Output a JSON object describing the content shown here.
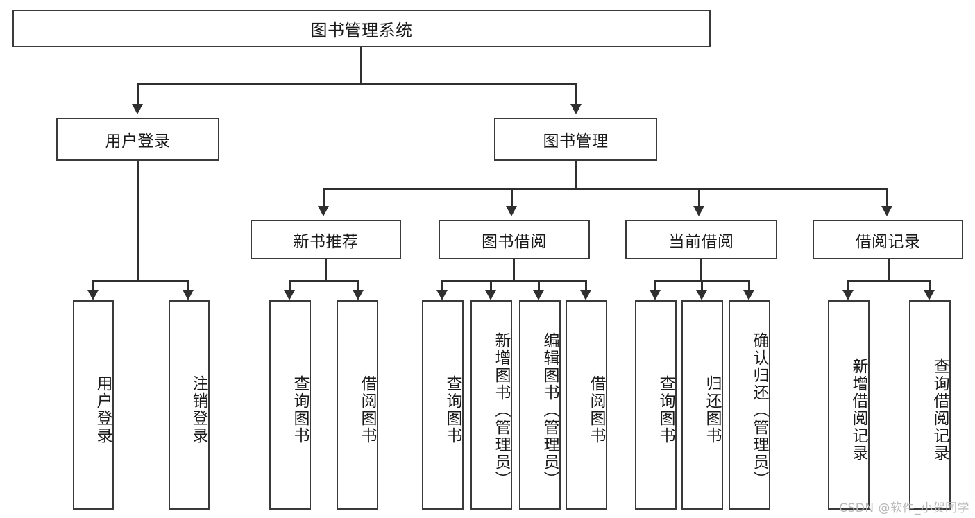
{
  "diagram": {
    "title": "图书管理系统",
    "type": "tree-hierarchy-diagram",
    "root": {
      "label": "图书管理系统"
    },
    "level2": [
      {
        "label": "用户登录"
      },
      {
        "label": "图书管理"
      }
    ],
    "level3": [
      {
        "label": "新书推荐"
      },
      {
        "label": "图书借阅"
      },
      {
        "label": "当前借阅"
      },
      {
        "label": "借阅记录"
      }
    ],
    "leaves": [
      {
        "label": "用户登录",
        "parent": "用户登录"
      },
      {
        "label": "注销登录",
        "parent": "用户登录"
      },
      {
        "label": "查询图书",
        "parent": "新书推荐"
      },
      {
        "label": "借阅图书",
        "parent": "新书推荐"
      },
      {
        "label": "查询图书",
        "parent": "图书借阅"
      },
      {
        "label": "新增图书（管理员）",
        "parent": "图书借阅"
      },
      {
        "label": "编辑图书（管理员）",
        "parent": "图书借阅"
      },
      {
        "label": "借阅图书",
        "parent": "图书借阅"
      },
      {
        "label": "查询图书",
        "parent": "当前借阅"
      },
      {
        "label": "归还图书",
        "parent": "当前借阅"
      },
      {
        "label": "确认归还（管理员）",
        "parent": "当前借阅"
      },
      {
        "label": "新增借阅记录",
        "parent": "借阅记录"
      },
      {
        "label": "查询借阅记录",
        "parent": "借阅记录"
      }
    ]
  },
  "watermark": {
    "text": "CSDN @软件_小贺同学"
  },
  "colors": {
    "border": "#3a3a3a",
    "line": "#2f2f2f",
    "background": "#ffffff",
    "text": "#1a1a1a",
    "watermark": "#b9b9b9"
  }
}
